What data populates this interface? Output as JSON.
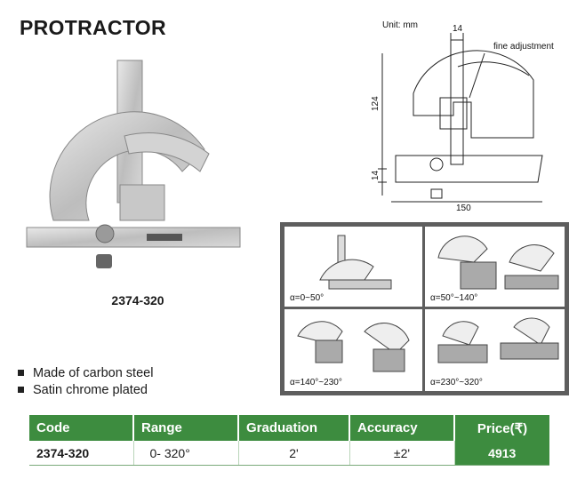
{
  "title": "PROTRACTOR",
  "model_label": "2374-320",
  "drawing": {
    "unit": "Unit: mm",
    "fine_adjustment": "fine adjustment",
    "dim_top": "14",
    "dim_height": "124",
    "dim_base": "14",
    "dim_width": "150"
  },
  "usage_panels": [
    {
      "label": "α=0~50°"
    },
    {
      "label": "α=50°~140°"
    },
    {
      "label": "α=140°~230°"
    },
    {
      "label": "α=230°~320°"
    }
  ],
  "features": [
    "Made of carbon steel",
    "Satin chrome plated"
  ],
  "table": {
    "headers": [
      "Code",
      "Range",
      "Graduation",
      "Accuracy",
      "Price(₹)"
    ],
    "row": [
      "2374-320",
      "0- 320°",
      "2'",
      "±2'",
      "4913"
    ]
  },
  "colors": {
    "header_green": "#3d8c3f",
    "panel_gray": "#5e5e5e"
  }
}
